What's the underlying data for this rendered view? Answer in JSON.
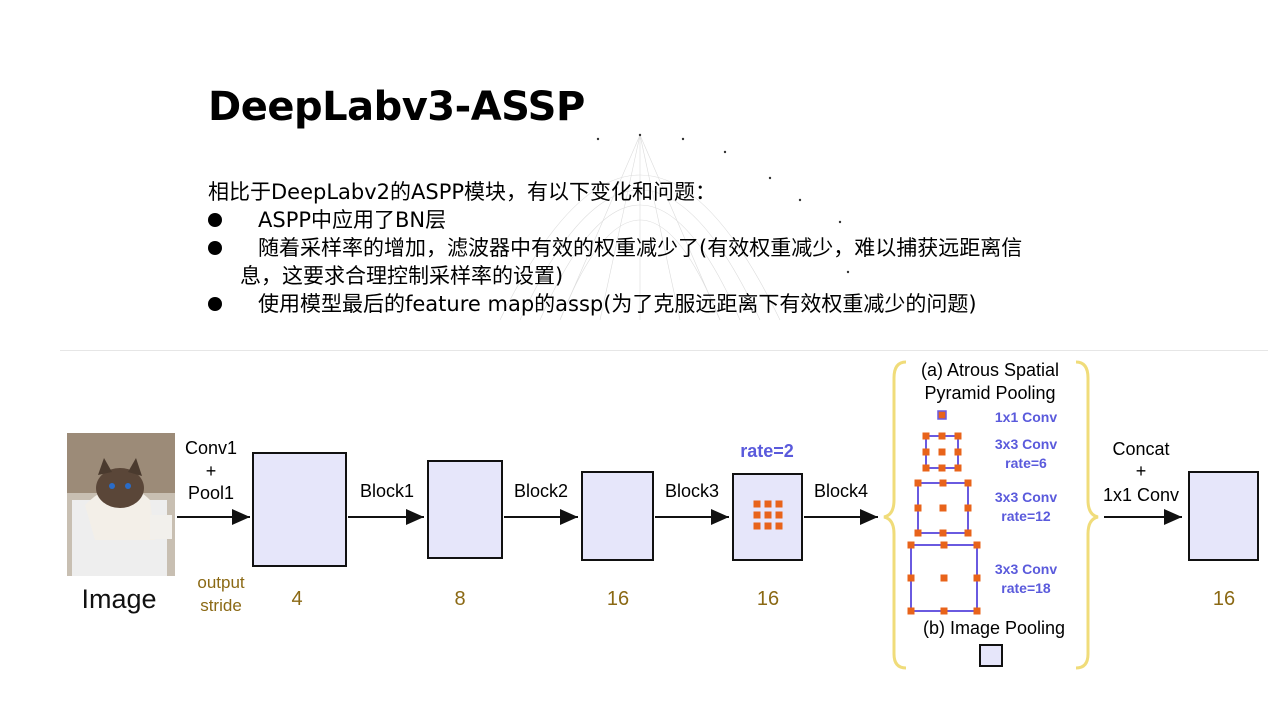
{
  "slide": {
    "title": "DeepLabv3-ASSP",
    "intro": "相比于DeepLabv2的ASPP模块，有以下变化和问题：",
    "bullets": [
      {
        "text": "ASPP中应用了BN层"
      },
      {
        "text": "随着采样率的增加，滤波器中有效的权重减少了(有效权重减少，难以捕获远距离信",
        "continuation": "息，这要求合理控制采样率的设置)"
      },
      {
        "text": "使用模型最后的feature map的assp(为了克服远距离下有效权重减少的问题)"
      }
    ]
  },
  "diagram": {
    "input_label": "Image",
    "output_stride_label": [
      "output",
      "stride"
    ],
    "stages": [
      {
        "arrow_label": [
          "Conv1",
          "+",
          "Pool1"
        ],
        "stride": "4"
      },
      {
        "arrow_label": [
          "Block1"
        ],
        "stride": "8"
      },
      {
        "arrow_label": [
          "Block2"
        ],
        "stride": "16"
      },
      {
        "arrow_label": [
          "Block3"
        ],
        "stride": "16",
        "rate_label": "rate=2"
      },
      {
        "arrow_label": [
          "Block4"
        ]
      }
    ],
    "aspp": {
      "title": [
        "(a) Atrous Spatial",
        "Pyramid Pooling"
      ],
      "branches": [
        {
          "label": [
            "1x1 Conv"
          ]
        },
        {
          "label": [
            "3x3 Conv",
            "rate=6"
          ]
        },
        {
          "label": [
            "3x3 Conv",
            "rate=12"
          ]
        },
        {
          "label": [
            "3x3 Conv",
            "rate=18"
          ]
        }
      ],
      "pooling_label": "(b) Image Pooling"
    },
    "concat": {
      "label": [
        "Concat",
        "+",
        "1x1 Conv"
      ],
      "stride": "16"
    },
    "colors": {
      "block_fill": "#e6e6fa",
      "block_stroke": "#111111",
      "kernel_orange": "#e8631a",
      "kernel_stroke": "#6a5ae0",
      "stride_text": "#8b6914",
      "rate_text": "#5a5adc",
      "brace": "#f0dc7a"
    }
  }
}
